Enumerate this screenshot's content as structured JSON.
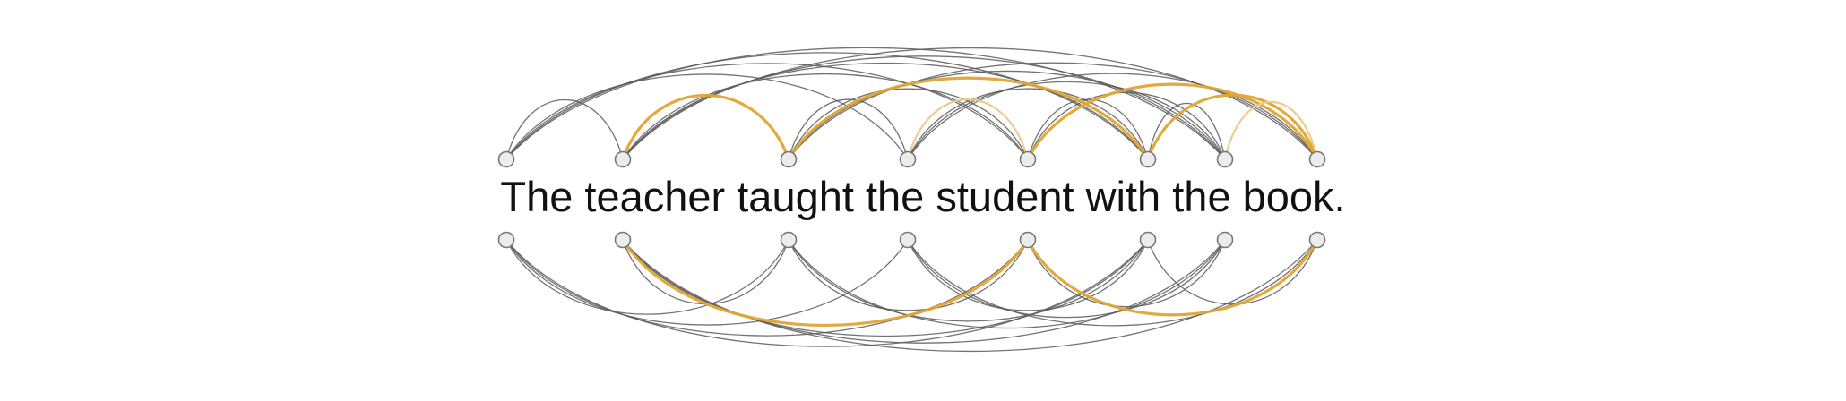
{
  "sentence": "The teacher taught the student with the book.",
  "tokens": [
    "The",
    "teacher",
    "taught",
    "the",
    "student",
    "with",
    "the",
    "book."
  ],
  "colors": {
    "background": "#ffffff",
    "text": "#111111",
    "node_fill": "#ececec",
    "node_stroke": "#777777",
    "edge_gray": "#5a5a5a",
    "edge_gold": "#e0a533",
    "edge_gold_light": "#ecc98a"
  },
  "top_edges": [
    {
      "from": 0,
      "to": 1,
      "color": "gray"
    },
    {
      "from": 0,
      "to": 3,
      "color": "gray"
    },
    {
      "from": 0,
      "to": 4,
      "color": "gray"
    },
    {
      "from": 0,
      "to": 5,
      "color": "gray"
    },
    {
      "from": 0,
      "to": 6,
      "color": "gray"
    },
    {
      "from": 1,
      "to": 2,
      "color": "gold"
    },
    {
      "from": 1,
      "to": 4,
      "color": "gray"
    },
    {
      "from": 1,
      "to": 5,
      "color": "gray"
    },
    {
      "from": 1,
      "to": 6,
      "color": "gray"
    },
    {
      "from": 1,
      "to": 7,
      "color": "gray"
    },
    {
      "from": 2,
      "to": 3,
      "color": "gray"
    },
    {
      "from": 2,
      "to": 4,
      "color": "gray"
    },
    {
      "from": 2,
      "to": 5,
      "color": "gold"
    },
    {
      "from": 2,
      "to": 6,
      "color": "gray"
    },
    {
      "from": 3,
      "to": 4,
      "color": "gold_light"
    },
    {
      "from": 3,
      "to": 5,
      "color": "gray"
    },
    {
      "from": 3,
      "to": 6,
      "color": "gray"
    },
    {
      "from": 3,
      "to": 7,
      "color": "gray"
    },
    {
      "from": 4,
      "to": 5,
      "color": "gray"
    },
    {
      "from": 4,
      "to": 6,
      "color": "gray"
    },
    {
      "from": 4,
      "to": 7,
      "color": "gold"
    },
    {
      "from": 5,
      "to": 6,
      "color": "gray"
    },
    {
      "from": 5,
      "to": 7,
      "color": "gold"
    },
    {
      "from": 6,
      "to": 7,
      "color": "gold_light"
    },
    {
      "from": 2,
      "to": 7,
      "color": "gray"
    }
  ],
  "bottom_edges": [
    {
      "from": 0,
      "to": 3,
      "color": "gray"
    },
    {
      "from": 0,
      "to": 4,
      "color": "gray"
    },
    {
      "from": 0,
      "to": 5,
      "color": "gray"
    },
    {
      "from": 1,
      "to": 2,
      "color": "gray"
    },
    {
      "from": 1,
      "to": 4,
      "color": "gold"
    },
    {
      "from": 1,
      "to": 5,
      "color": "gray"
    },
    {
      "from": 1,
      "to": 6,
      "color": "gray"
    },
    {
      "from": 2,
      "to": 4,
      "color": "gray"
    },
    {
      "from": 2,
      "to": 5,
      "color": "gray"
    },
    {
      "from": 2,
      "to": 6,
      "color": "gray"
    },
    {
      "from": 3,
      "to": 5,
      "color": "gray"
    },
    {
      "from": 3,
      "to": 6,
      "color": "gray"
    },
    {
      "from": 3,
      "to": 7,
      "color": "gray"
    },
    {
      "from": 4,
      "to": 6,
      "color": "gray"
    },
    {
      "from": 4,
      "to": 7,
      "color": "gold"
    },
    {
      "from": 5,
      "to": 7,
      "color": "gray"
    },
    {
      "from": 1,
      "to": 7,
      "color": "gray"
    },
    {
      "from": 0,
      "to": 2,
      "color": "gray"
    }
  ]
}
